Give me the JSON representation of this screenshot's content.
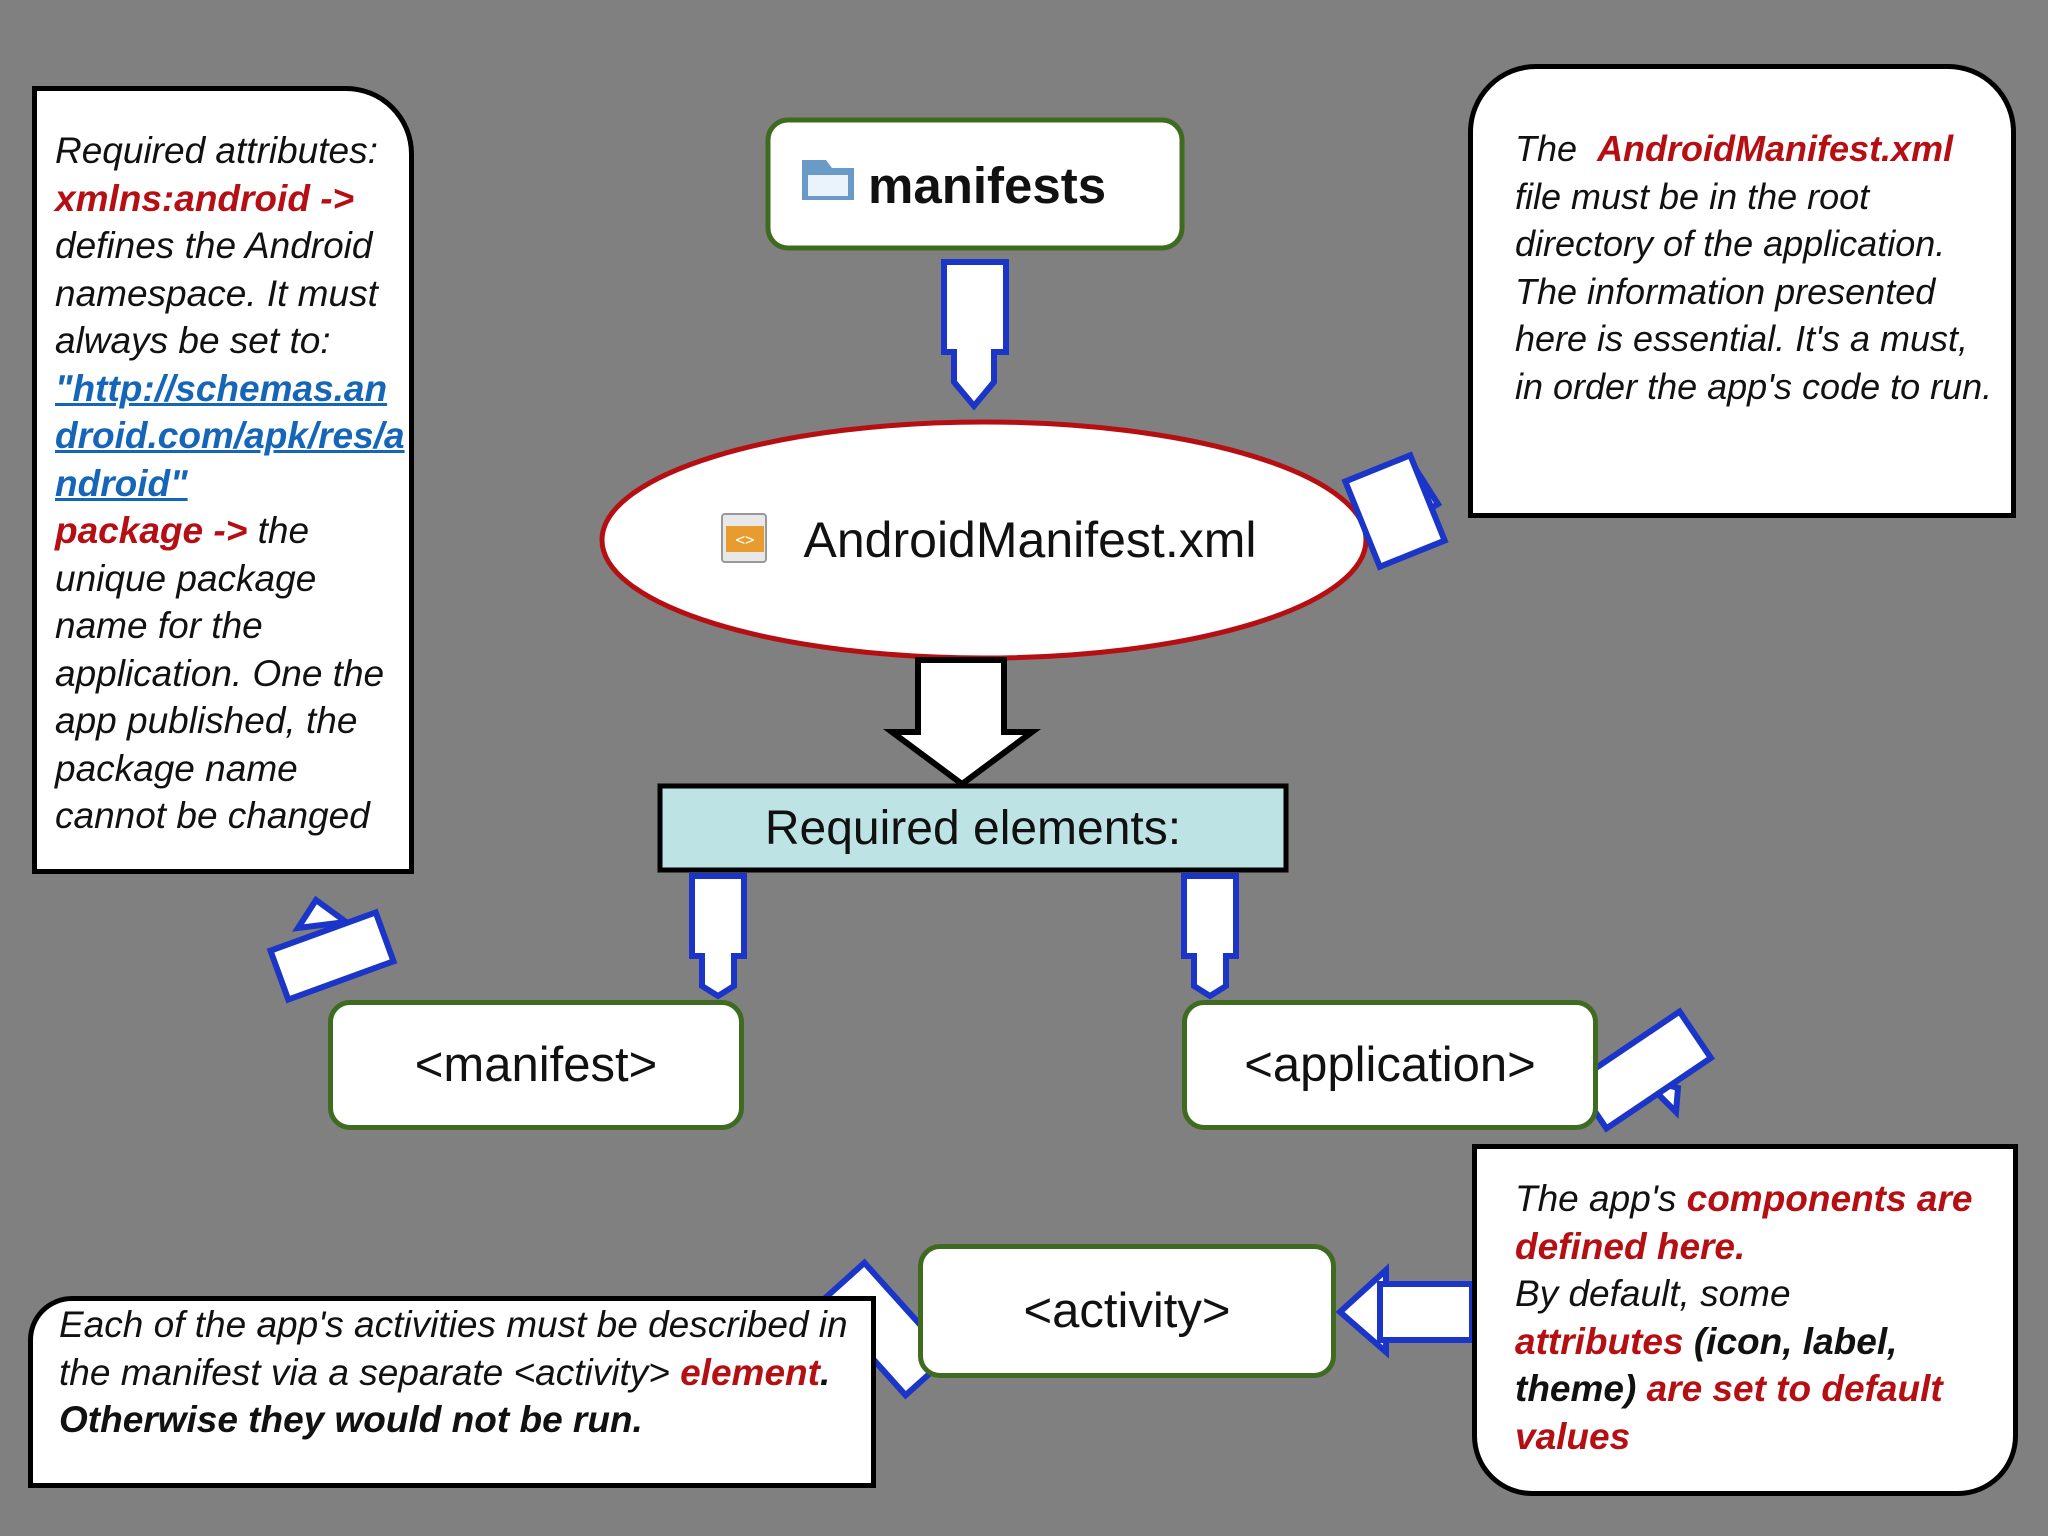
{
  "nodes": {
    "manifests": "manifests",
    "android_manifest": "AndroidManifest.xml",
    "required_elements": "Required elements:",
    "manifest": "<manifest>",
    "application": "<application>",
    "activity": "<activity>"
  },
  "left_note": {
    "l1": "Required attributes:",
    "l2": "xmlns:android ->",
    "l3": "defines the Android namespace. It must always be set to:",
    "l4": "\"http://schemas.android.com/apk/res/android\"",
    "l5": "package ->",
    "l6": "the unique package name for the application. One the app published, the package name cannot be changed"
  },
  "right_note": {
    "p1": "The",
    "p2": "AndroidManifest.xml",
    "p3": "file must be in the root directory of the application. The information presented here is essential. It's a must, in order the app's code to run."
  },
  "components_note": {
    "a": "The app's",
    "b": "components are defined here.",
    "c": "By default, some",
    "d": "attributes",
    "e": "(icon, label, theme)",
    "f": "are set to default values"
  },
  "activity_note": {
    "a": "Each of the app's activities must be described in the manifest via a separate <activity>",
    "b": "element",
    "c": ". Otherwise they would not be run."
  },
  "colors": {
    "background": "#808080",
    "node_border_green": "#3f6b20",
    "ellipse_border_red": "#b50f14",
    "arrow_blue": "#1a35c8",
    "required_fill": "#bde3e5",
    "highlight_red": "#b50f14",
    "link_blue": "#1565b8"
  },
  "icons": [
    "folder-icon",
    "xml-file-icon"
  ]
}
